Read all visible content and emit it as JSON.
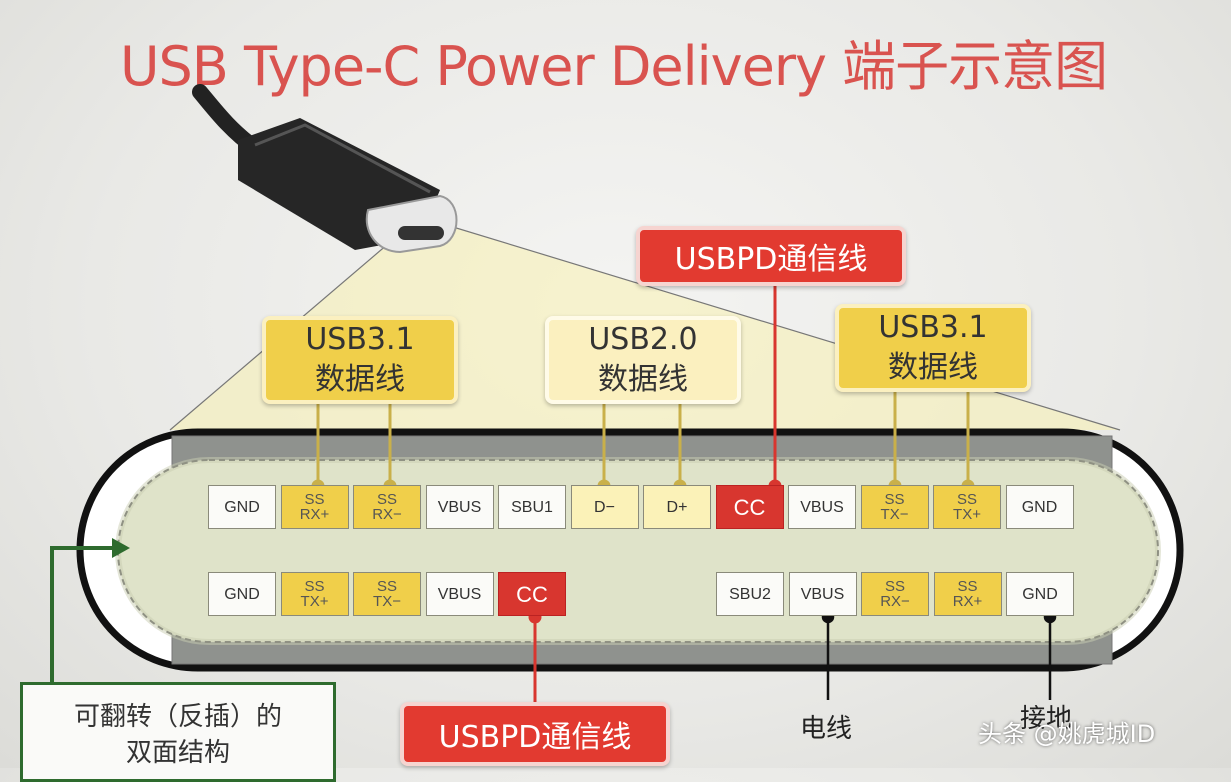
{
  "title": "USB Type-C Power Delivery 端子示意图",
  "labels": {
    "usb31_left": [
      "USB3.1",
      "数据线"
    ],
    "usb20": [
      "USB2.0",
      "数据线"
    ],
    "usb31_right": [
      "USB3.1",
      "数据线"
    ],
    "usbpd_top": "USBPD通信线",
    "usbpd_bottom": "USBPD通信线",
    "power_line": "电线",
    "ground": "接地",
    "reversible": [
      "可翻转（反插）的",
      "双面结构"
    ]
  },
  "top_row": [
    {
      "text": [
        "GND"
      ],
      "kind": "white"
    },
    {
      "text": [
        "SS",
        "RX+"
      ],
      "kind": "ss"
    },
    {
      "text": [
        "SS",
        "RX−"
      ],
      "kind": "ss"
    },
    {
      "text": [
        "VBUS"
      ],
      "kind": "white"
    },
    {
      "text": [
        "SBU1"
      ],
      "kind": "white"
    },
    {
      "text": [
        "D−"
      ],
      "kind": "usb2"
    },
    {
      "text": [
        "D+"
      ],
      "kind": "usb2"
    },
    {
      "text": [
        "CC"
      ],
      "kind": "cc"
    },
    {
      "text": [
        "VBUS"
      ],
      "kind": "white"
    },
    {
      "text": [
        "SS",
        "TX−"
      ],
      "kind": "ss"
    },
    {
      "text": [
        "SS",
        "TX+"
      ],
      "kind": "ss"
    },
    {
      "text": [
        "GND"
      ],
      "kind": "white"
    }
  ],
  "bottom_row_left": [
    {
      "text": [
        "GND"
      ],
      "kind": "white"
    },
    {
      "text": [
        "SS",
        "TX+"
      ],
      "kind": "ss"
    },
    {
      "text": [
        "SS",
        "TX−"
      ],
      "kind": "ss"
    },
    {
      "text": [
        "VBUS"
      ],
      "kind": "white"
    },
    {
      "text": [
        "CC"
      ],
      "kind": "cc"
    }
  ],
  "bottom_row_right": [
    {
      "text": [
        "SBU2"
      ],
      "kind": "white"
    },
    {
      "text": [
        "VBUS"
      ],
      "kind": "white"
    },
    {
      "text": [
        "SS",
        "RX−"
      ],
      "kind": "ss"
    },
    {
      "text": [
        "SS",
        "RX+"
      ],
      "kind": "ss"
    },
    {
      "text": [
        "GND"
      ],
      "kind": "white"
    }
  ],
  "watermark": "头条 @姚虎城ID",
  "colors": {
    "title": "#d9534f",
    "ss_pin": "#f0cf4a",
    "cc_pin": "#d8362f",
    "usb2_pin": "#fbf2b8",
    "frame": "#2e6b2e"
  }
}
